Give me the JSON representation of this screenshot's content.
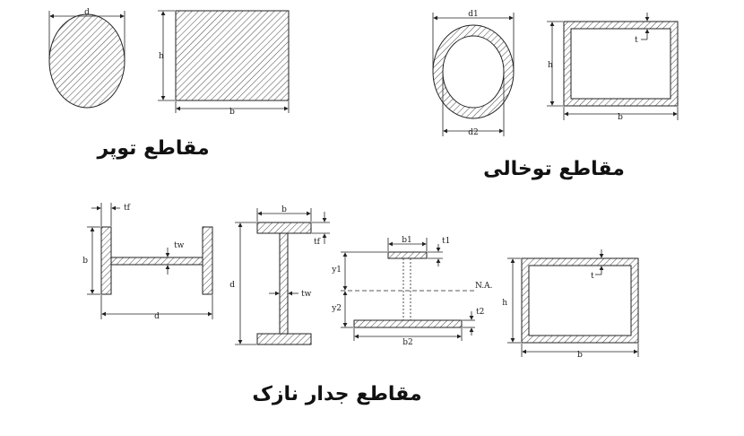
{
  "captions": {
    "solid": "مقاطع توپر",
    "hollow": "مقاطع توخالی",
    "thin_walled": "مقاطع جدار نازک"
  },
  "labels": {
    "circle_d": "d",
    "rect_h": "h",
    "rect_b": "b",
    "tube_d1": "d1",
    "tube_d2": "d2",
    "box_h": "h",
    "box_b": "b",
    "box_t": "t",
    "hbeam_tf": "tf",
    "hbeam_tw": "tw",
    "hbeam_b": "b",
    "hbeam_d": "d",
    "ibeam_b": "b",
    "ibeam_tf": "tf",
    "ibeam_d": "d",
    "ibeam_tw": "tw",
    "uneq_b1": "b1",
    "uneq_t1": "t1",
    "uneq_y1": "y1",
    "uneq_y2": "y2",
    "uneq_na": "N.A.",
    "uneq_t2": "t2",
    "uneq_b2": "b2",
    "box2_h": "h",
    "box2_t": "t",
    "box2_b": "b"
  },
  "colors": {
    "hatch": "#555555",
    "line": "#222222",
    "fill": "#e8e8e8"
  }
}
